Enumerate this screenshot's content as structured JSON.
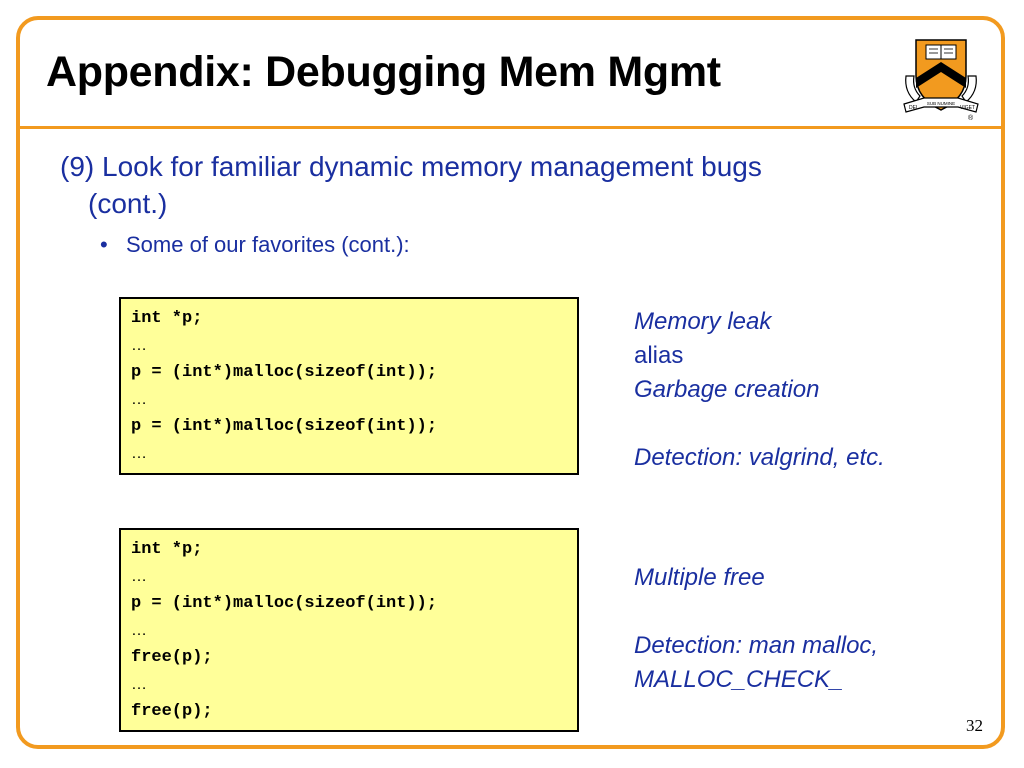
{
  "slide": {
    "title": "Appendix: Debugging Mem Mgmt",
    "main_point_line1": "(9) Look for familiar dynamic memory management bugs",
    "main_point_line2": "(cont.)",
    "bullet_glyph": "•",
    "sub_point": "Some of our favorites (cont.):",
    "page_number": "32"
  },
  "logo": {
    "icon": "princeton-shield-icon",
    "banner_left": "DEI",
    "banner_center": "SUB NUMINE",
    "banner_right": "VIGET",
    "registered": "®"
  },
  "code_blocks": [
    {
      "lines": [
        "int *p;",
        "…",
        "p = (int*)malloc(sizeof(int));",
        "…",
        "p = (int*)malloc(sizeof(int));",
        "…"
      ]
    },
    {
      "lines": [
        "int *p;",
        "…",
        "p = (int*)malloc(sizeof(int));",
        "…",
        "free(p);",
        "…",
        "free(p);"
      ]
    }
  ],
  "notes": [
    {
      "lines": [
        "Memory leak",
        "alias",
        "Garbage creation",
        "",
        "Detection: valgrind, etc."
      ]
    },
    {
      "lines": [
        "Multiple free",
        "",
        "Detection: man malloc,",
        "MALLOC_CHECK_"
      ]
    }
  ],
  "colors": {
    "frame_orange": "#f29a1f",
    "text_blue": "#1a2fa0",
    "code_background": "#ffff99"
  }
}
